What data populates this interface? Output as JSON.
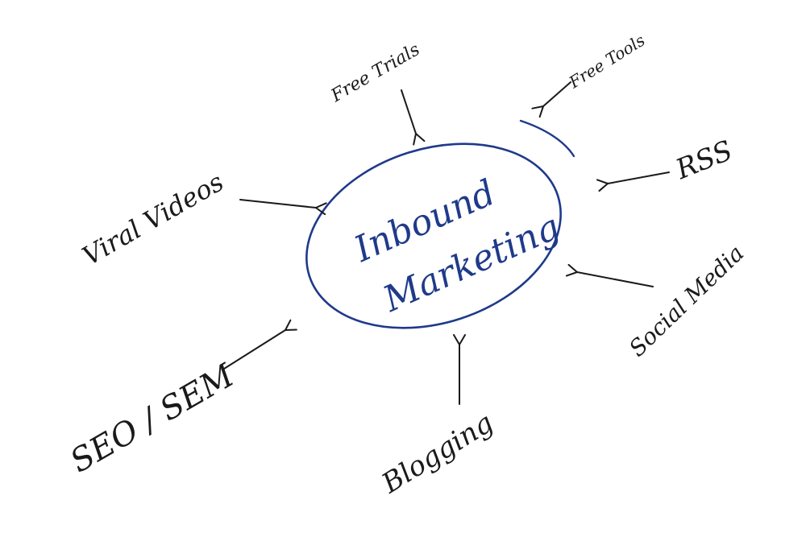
{
  "diagram": {
    "center": {
      "line1": "Inbound",
      "line2": "Marketing",
      "color": "#1f3a8a"
    },
    "ink_color": "#1a1a1a",
    "nodes": [
      {
        "id": "free-trials",
        "label": "Free Trials"
      },
      {
        "id": "free-tools",
        "label": "Free Tools"
      },
      {
        "id": "rss",
        "label": "RSS"
      },
      {
        "id": "social-media",
        "label": "Social Media"
      },
      {
        "id": "blogging",
        "label": "Blogging"
      },
      {
        "id": "seo-sem",
        "label": "SEO / SEM"
      },
      {
        "id": "viral-videos",
        "label": "Viral Videos"
      }
    ]
  }
}
